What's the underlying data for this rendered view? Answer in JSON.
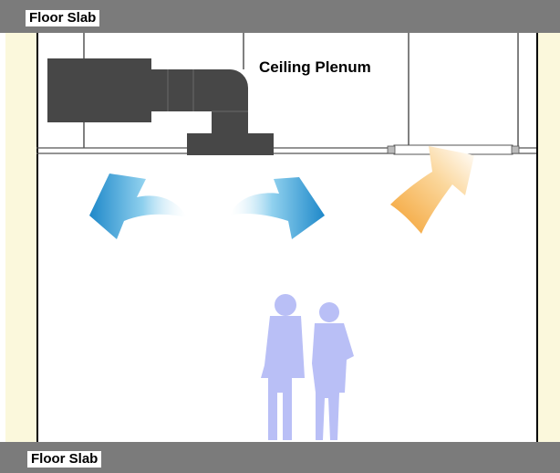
{
  "labels": {
    "top_slab": "Floor Slab",
    "plenum": "Ceiling Plenum",
    "bottom_slab": "Floor Slab"
  },
  "colors": {
    "slab": "#7b7b7b",
    "wall": "#fbf8dc",
    "duct": "#474747",
    "supply_arrow": "#2f93cf",
    "return_arrow": "#f6b04a",
    "occupants": "#b9bff6"
  },
  "icons": {
    "supply_left": "arrow-curved-left-icon",
    "supply_right": "arrow-curved-right-icon",
    "return": "arrow-up-icon",
    "occupants": "people-silhouette-icon"
  }
}
